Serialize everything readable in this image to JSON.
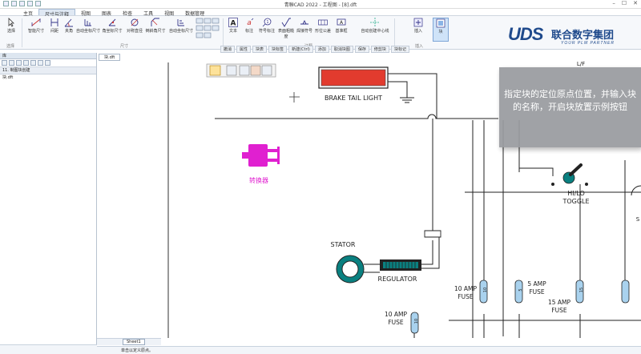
{
  "window": {
    "title": "青聯CAD 2022 - 工程图 - [8].dft"
  },
  "menu": {
    "tabs": [
      "主页",
      "尺寸与注释",
      "视图",
      "图表",
      "检查",
      "工具",
      "视图",
      "数据管理"
    ],
    "active_index": 1
  },
  "ribbon": {
    "buttons": [
      "选择",
      "智能尺寸",
      "间距",
      "夹角",
      "自动坐标尺寸",
      "角坐标尺寸",
      "对称直径",
      "倒斜角尺寸",
      "自动坐标尺寸",
      "文本",
      "标注",
      "符号标注",
      "表面粗糙度",
      "焊接符号",
      "形位公差",
      "基准框",
      "自动创建中心线",
      "插入",
      "块"
    ],
    "groups": [
      "选择",
      "尺寸",
      "注释",
      "插入"
    ]
  },
  "logo": {
    "brand": "UDS",
    "name": "联合数字集团",
    "tagline": "YOUR PLM PARTNER"
  },
  "subtoolbar": [
    "撤消",
    "属性",
    "块表",
    "块标签",
    "新建(Ctrl)",
    "添加",
    "取消块图",
    "保存",
    "修剪块",
    "块标记"
  ],
  "panel": {
    "title": "库",
    "rows": [
      "11. 制图块创建",
      "块.dft"
    ]
  },
  "document": {
    "tab": "块.dft",
    "sheet_tab": "Sheet1",
    "status_text": "单击以定义原点。"
  },
  "drawing": {
    "labels": {
      "brake": "BRAKE TAIL LIGHT",
      "converter": "转换器",
      "stator": "STATOR",
      "regulator": "REGULATOR",
      "hilo1": "HI/LO",
      "hilo2": "TOGGLE",
      "fuse_a": "10 AMP",
      "fuse_b": "10 AMP",
      "fuse_c": "5 AMP",
      "fuse_d": "15 AMP",
      "fuse_word": "FUSE",
      "fuse_val_a": "10",
      "fuse_val_b": "10",
      "fuse_val_c": "5",
      "fuse_val_d": "15",
      "edge_s": "S",
      "lf": "L/F"
    }
  },
  "tooltip": {
    "text": "指定块的定位原点位置，并输入块的名称，开启块放置示例按钮"
  },
  "colors": {
    "brake_fill": "#e23b2e",
    "converter": "#e020d0",
    "fuse_fill": "#a9d2ee",
    "accent": "#1f4a8c"
  }
}
